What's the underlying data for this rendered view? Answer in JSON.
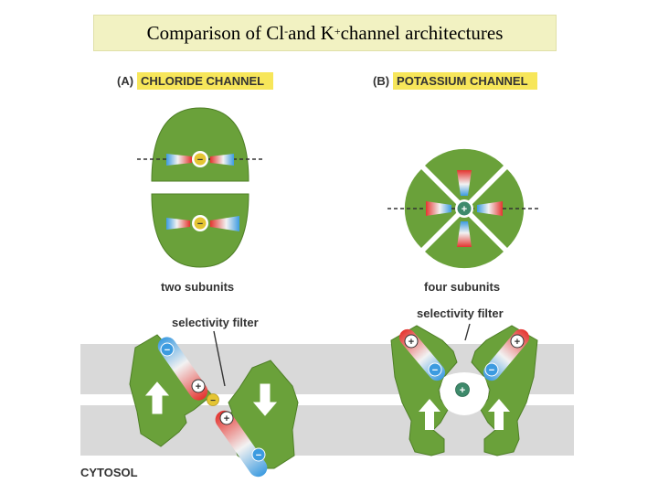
{
  "title": {
    "pre": "Comparison of Cl",
    "cl_superscript": "-",
    "mid": " and K",
    "k_superscript": "+",
    "post": " channel architectures"
  },
  "panel_a": {
    "letter": "(A)",
    "name": "CHLORIDE CHANNEL",
    "top_caption": "two subunits",
    "bottom_caption": "selectivity filter"
  },
  "panel_b": {
    "letter": "(B)",
    "name": "POTASSIUM CHANNEL",
    "top_caption": "four subunits",
    "bottom_caption": "selectivity filter"
  },
  "cytosol_label": "CYTOSOL",
  "symbols": {
    "plus": "+",
    "minus": "−"
  },
  "colors": {
    "protein_green": "#6aa13a",
    "protein_dark": "#4e7f26",
    "membrane_gray": "#d9d9d9",
    "label_yellow": "#f7e65a",
    "helix_red": "#e4342f",
    "helix_blue": "#3c9be0"
  }
}
